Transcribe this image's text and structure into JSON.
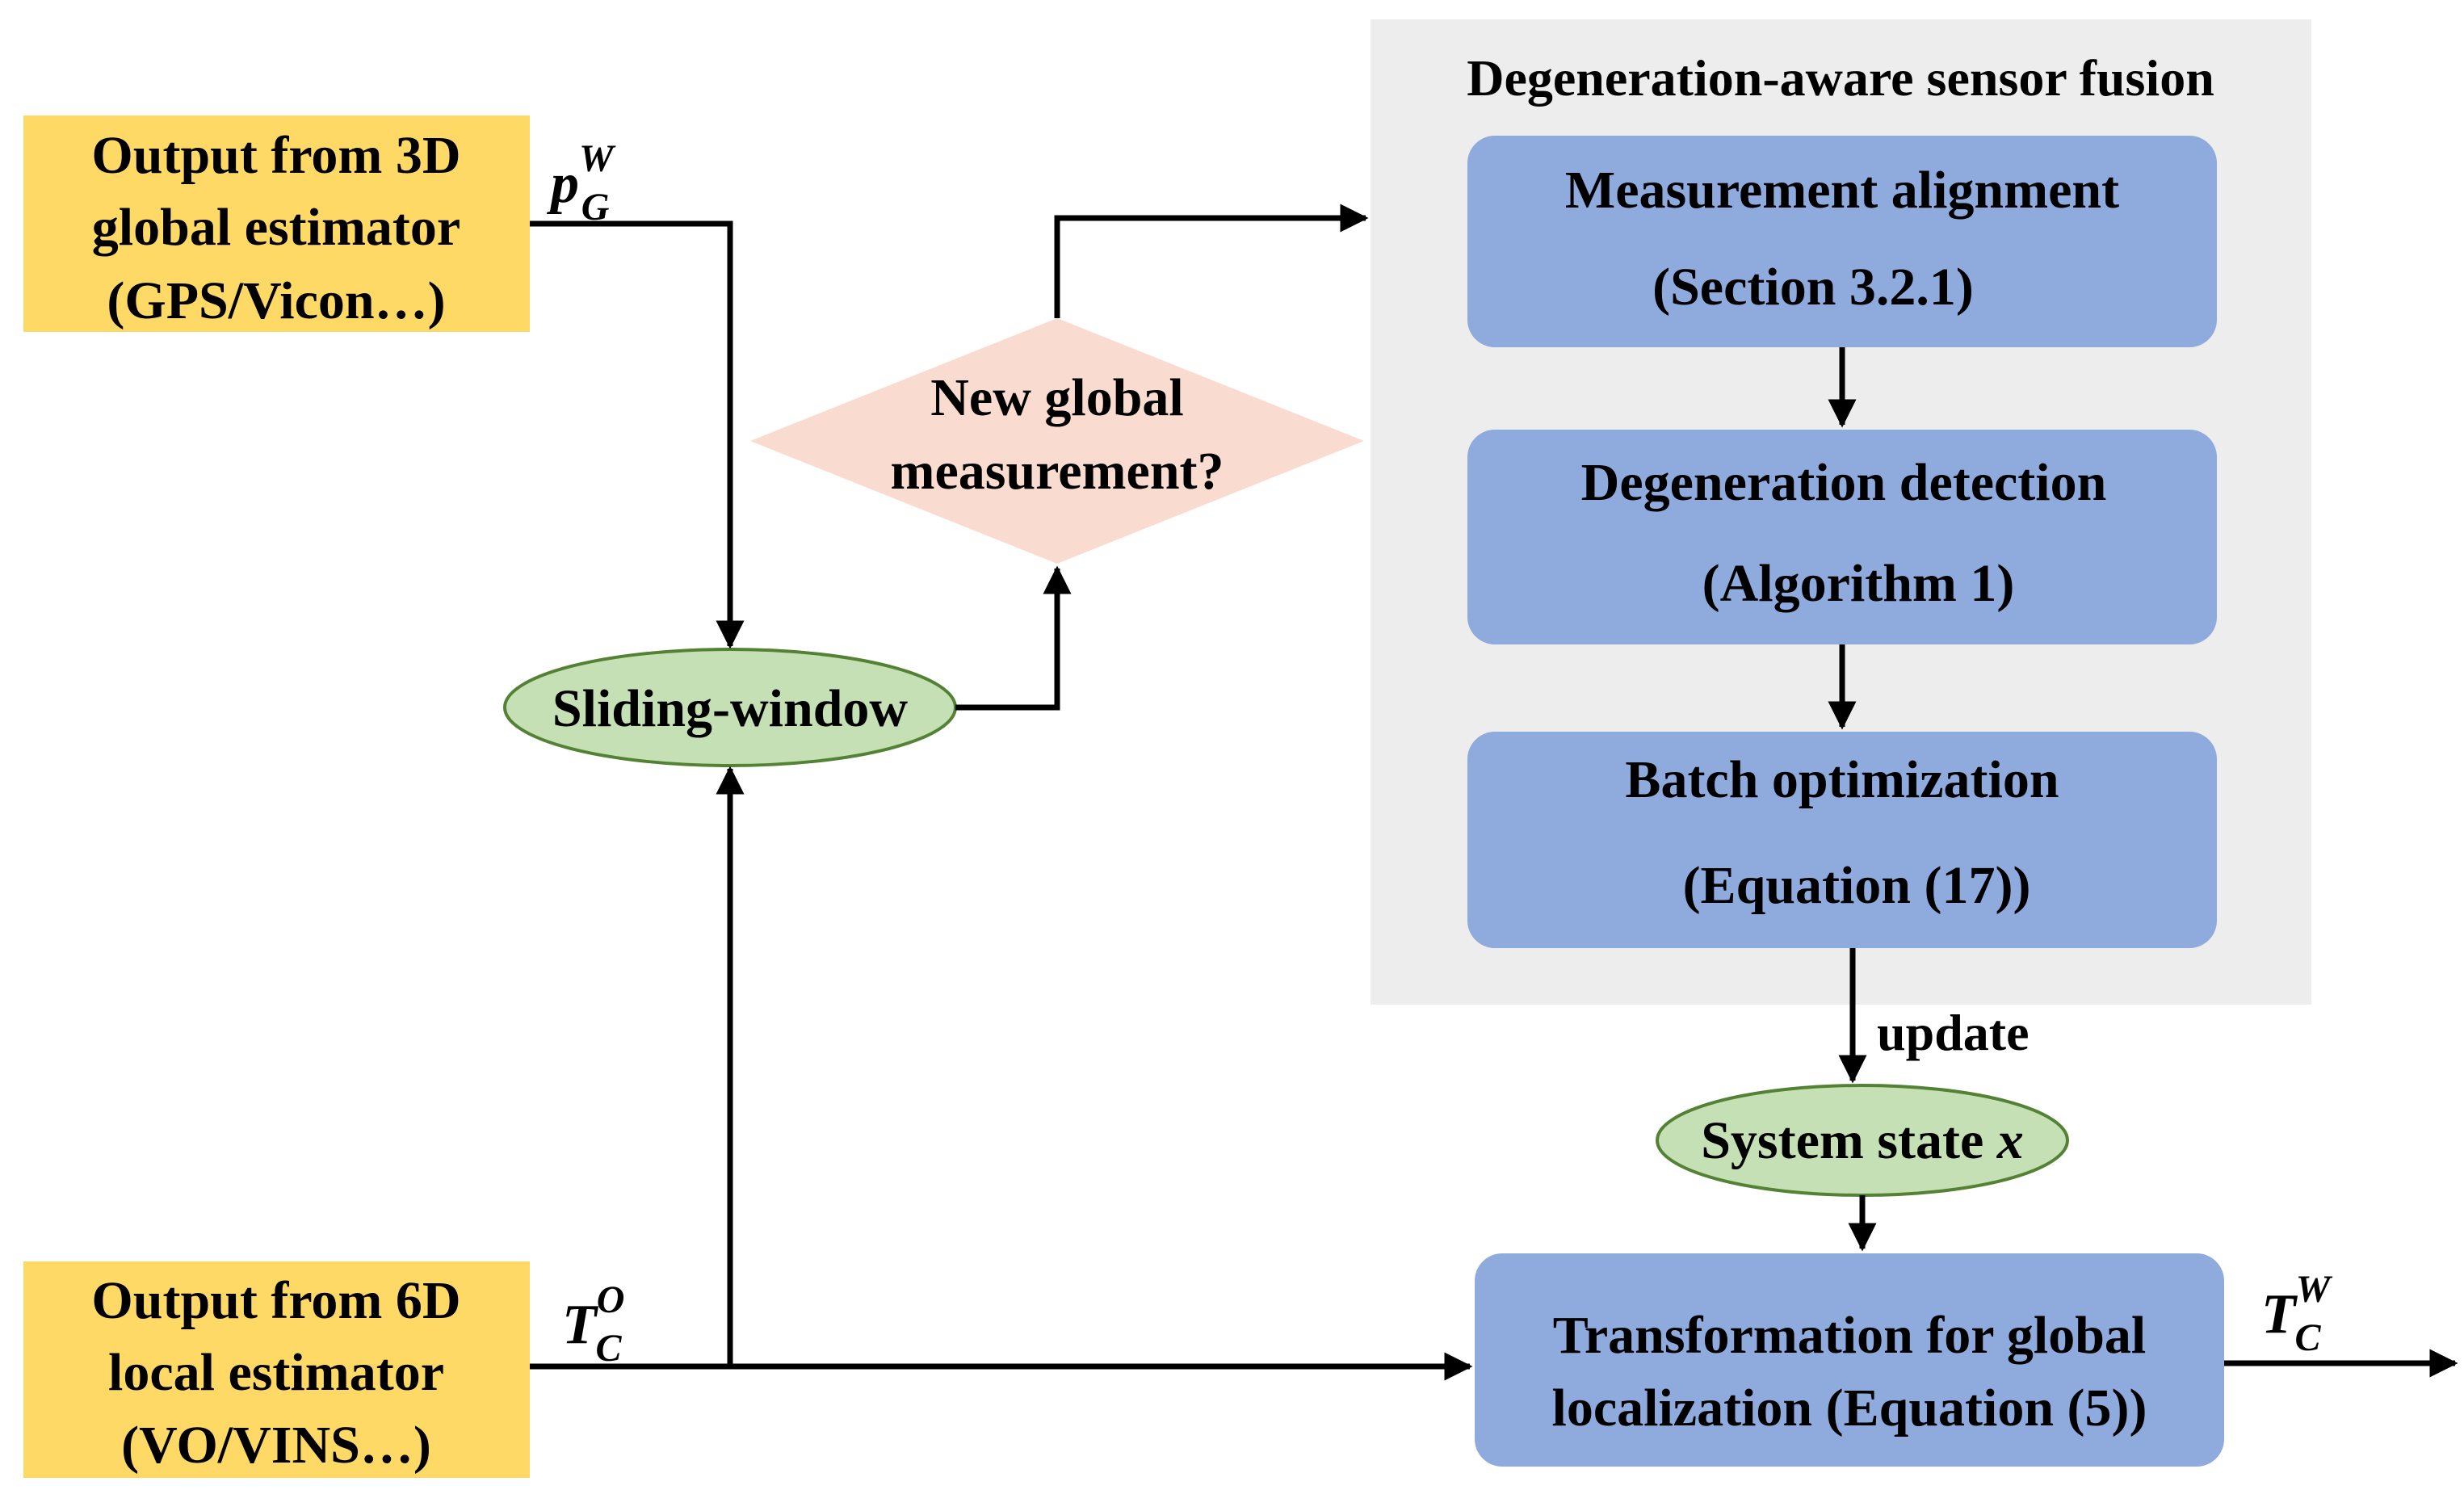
{
  "colors": {
    "input_box": "#FFD966",
    "process_box": "#8FAADC",
    "decision": "#F9DCCF",
    "ellipse_fill": "#C5E0B4",
    "ellipse_stroke": "#548235",
    "panel": "#EDEDED"
  },
  "inputs": {
    "global": {
      "line1": "Output from 3D",
      "line2": "global estimator",
      "line3": "(GPS/Vicon…)"
    },
    "local": {
      "line1": "Output from 6D",
      "line2": "local estimator",
      "line3": "(VO/VINS…)"
    }
  },
  "signals": {
    "pgw": {
      "base": "p",
      "sup": "W",
      "sub": "G"
    },
    "tco": {
      "base": "T",
      "sup": "O",
      "sub": "C"
    },
    "tcw": {
      "base": "T",
      "sup": "W",
      "sub": "C"
    }
  },
  "sliding_window": "Sliding-window",
  "decision": {
    "line1": "New global",
    "line2": "measurement?"
  },
  "fusion_panel": {
    "title": "Degeneration-aware sensor fusion",
    "steps": [
      {
        "title": "Measurement alignment",
        "ref": "(Section 3.2.1)"
      },
      {
        "title": "Degeneration detection",
        "ref": "(Algorithm 1)"
      },
      {
        "title": "Batch optimization",
        "ref": "(Equation (17))"
      }
    ]
  },
  "update_label": "update",
  "system_state": {
    "text": "System state ",
    "var": "x"
  },
  "transformation": {
    "line1": "Transformation for global",
    "line2": "localization (Equation (5))"
  }
}
